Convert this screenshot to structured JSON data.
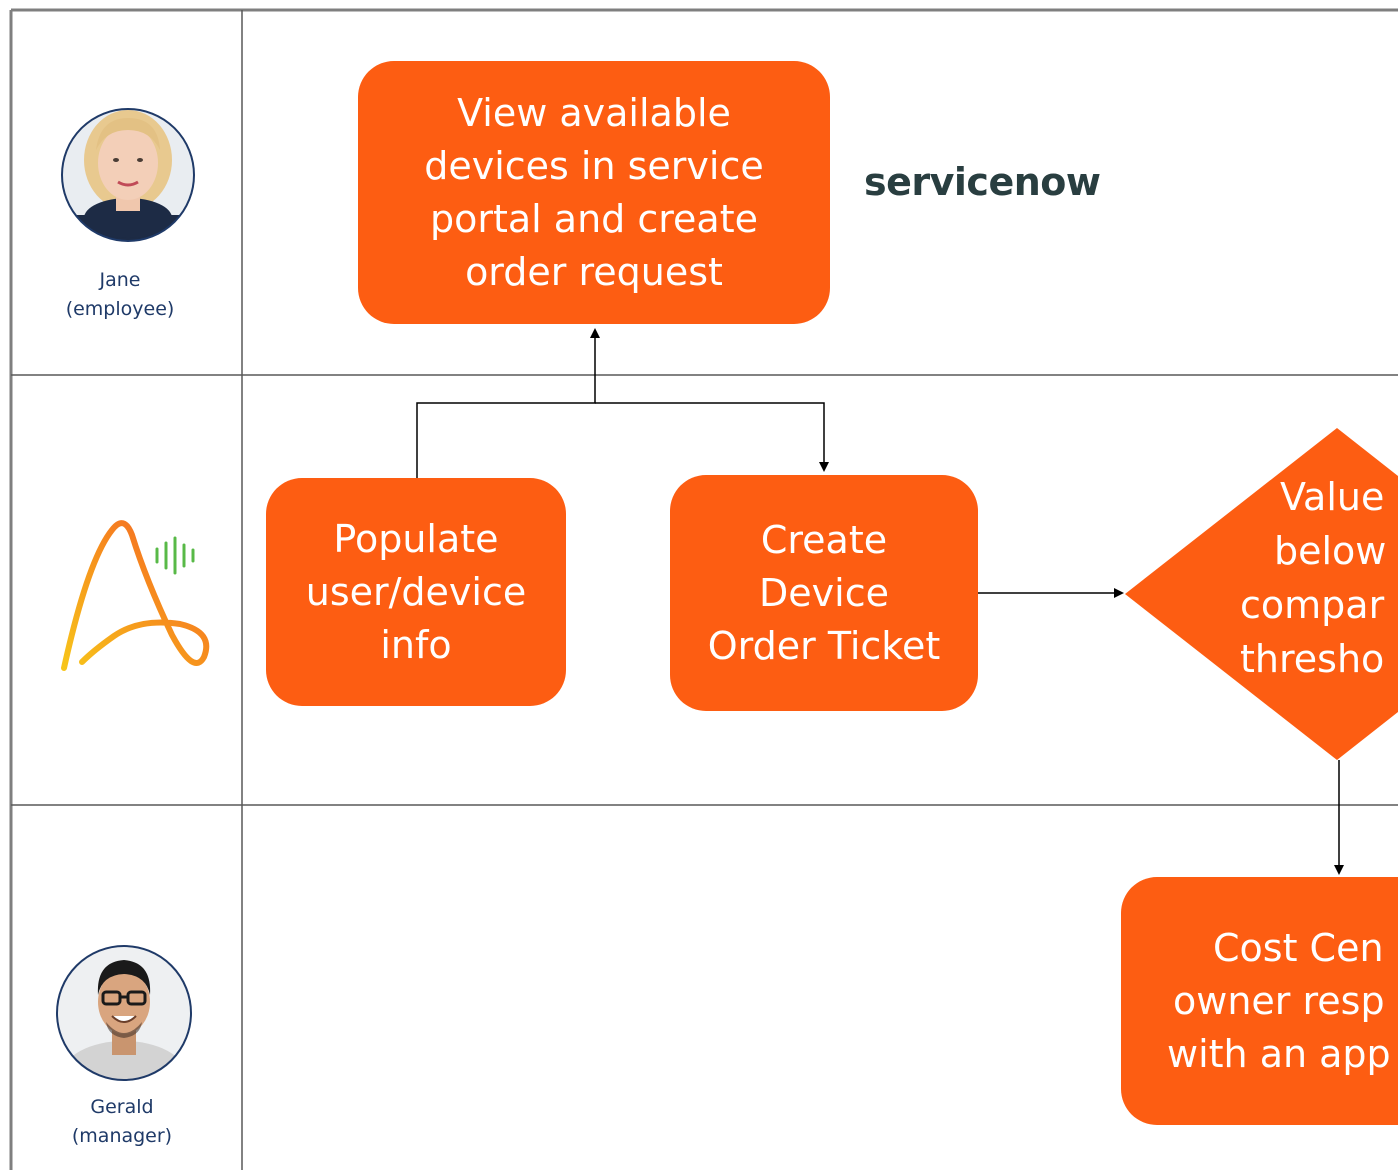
{
  "lanes": [
    {
      "name_line1": "Jane",
      "name_line2": "(employee)"
    },
    {
      "name_line1": "",
      "name_line2": ""
    },
    {
      "name_line1": "Gerald",
      "name_line2": "(manager)"
    }
  ],
  "steps": {
    "view_devices": {
      "lines": [
        "View available",
        "devices in service",
        "portal and create",
        "order request"
      ]
    },
    "populate_info": {
      "lines": [
        "Populate",
        "user/device",
        "info"
      ]
    },
    "create_ticket": {
      "lines": [
        "Create",
        "Device",
        "Order Ticket"
      ]
    },
    "value_decision": {
      "lines": [
        "Value",
        "below",
        "compar",
        "thresho"
      ]
    },
    "cost_center": {
      "lines": [
        "Cost Cen",
        "owner resp",
        "with an app"
      ]
    }
  },
  "brand": {
    "text": "servicenow"
  },
  "colors": {
    "accent": "#fd5d12",
    "lane_line": "#595959",
    "label": "#1f3a68",
    "brand": "#293e40",
    "brand_o": "#62d84e"
  },
  "icons": [
    "jane-avatar",
    "automation-anywhere-logo-icon",
    "gerald-avatar"
  ]
}
